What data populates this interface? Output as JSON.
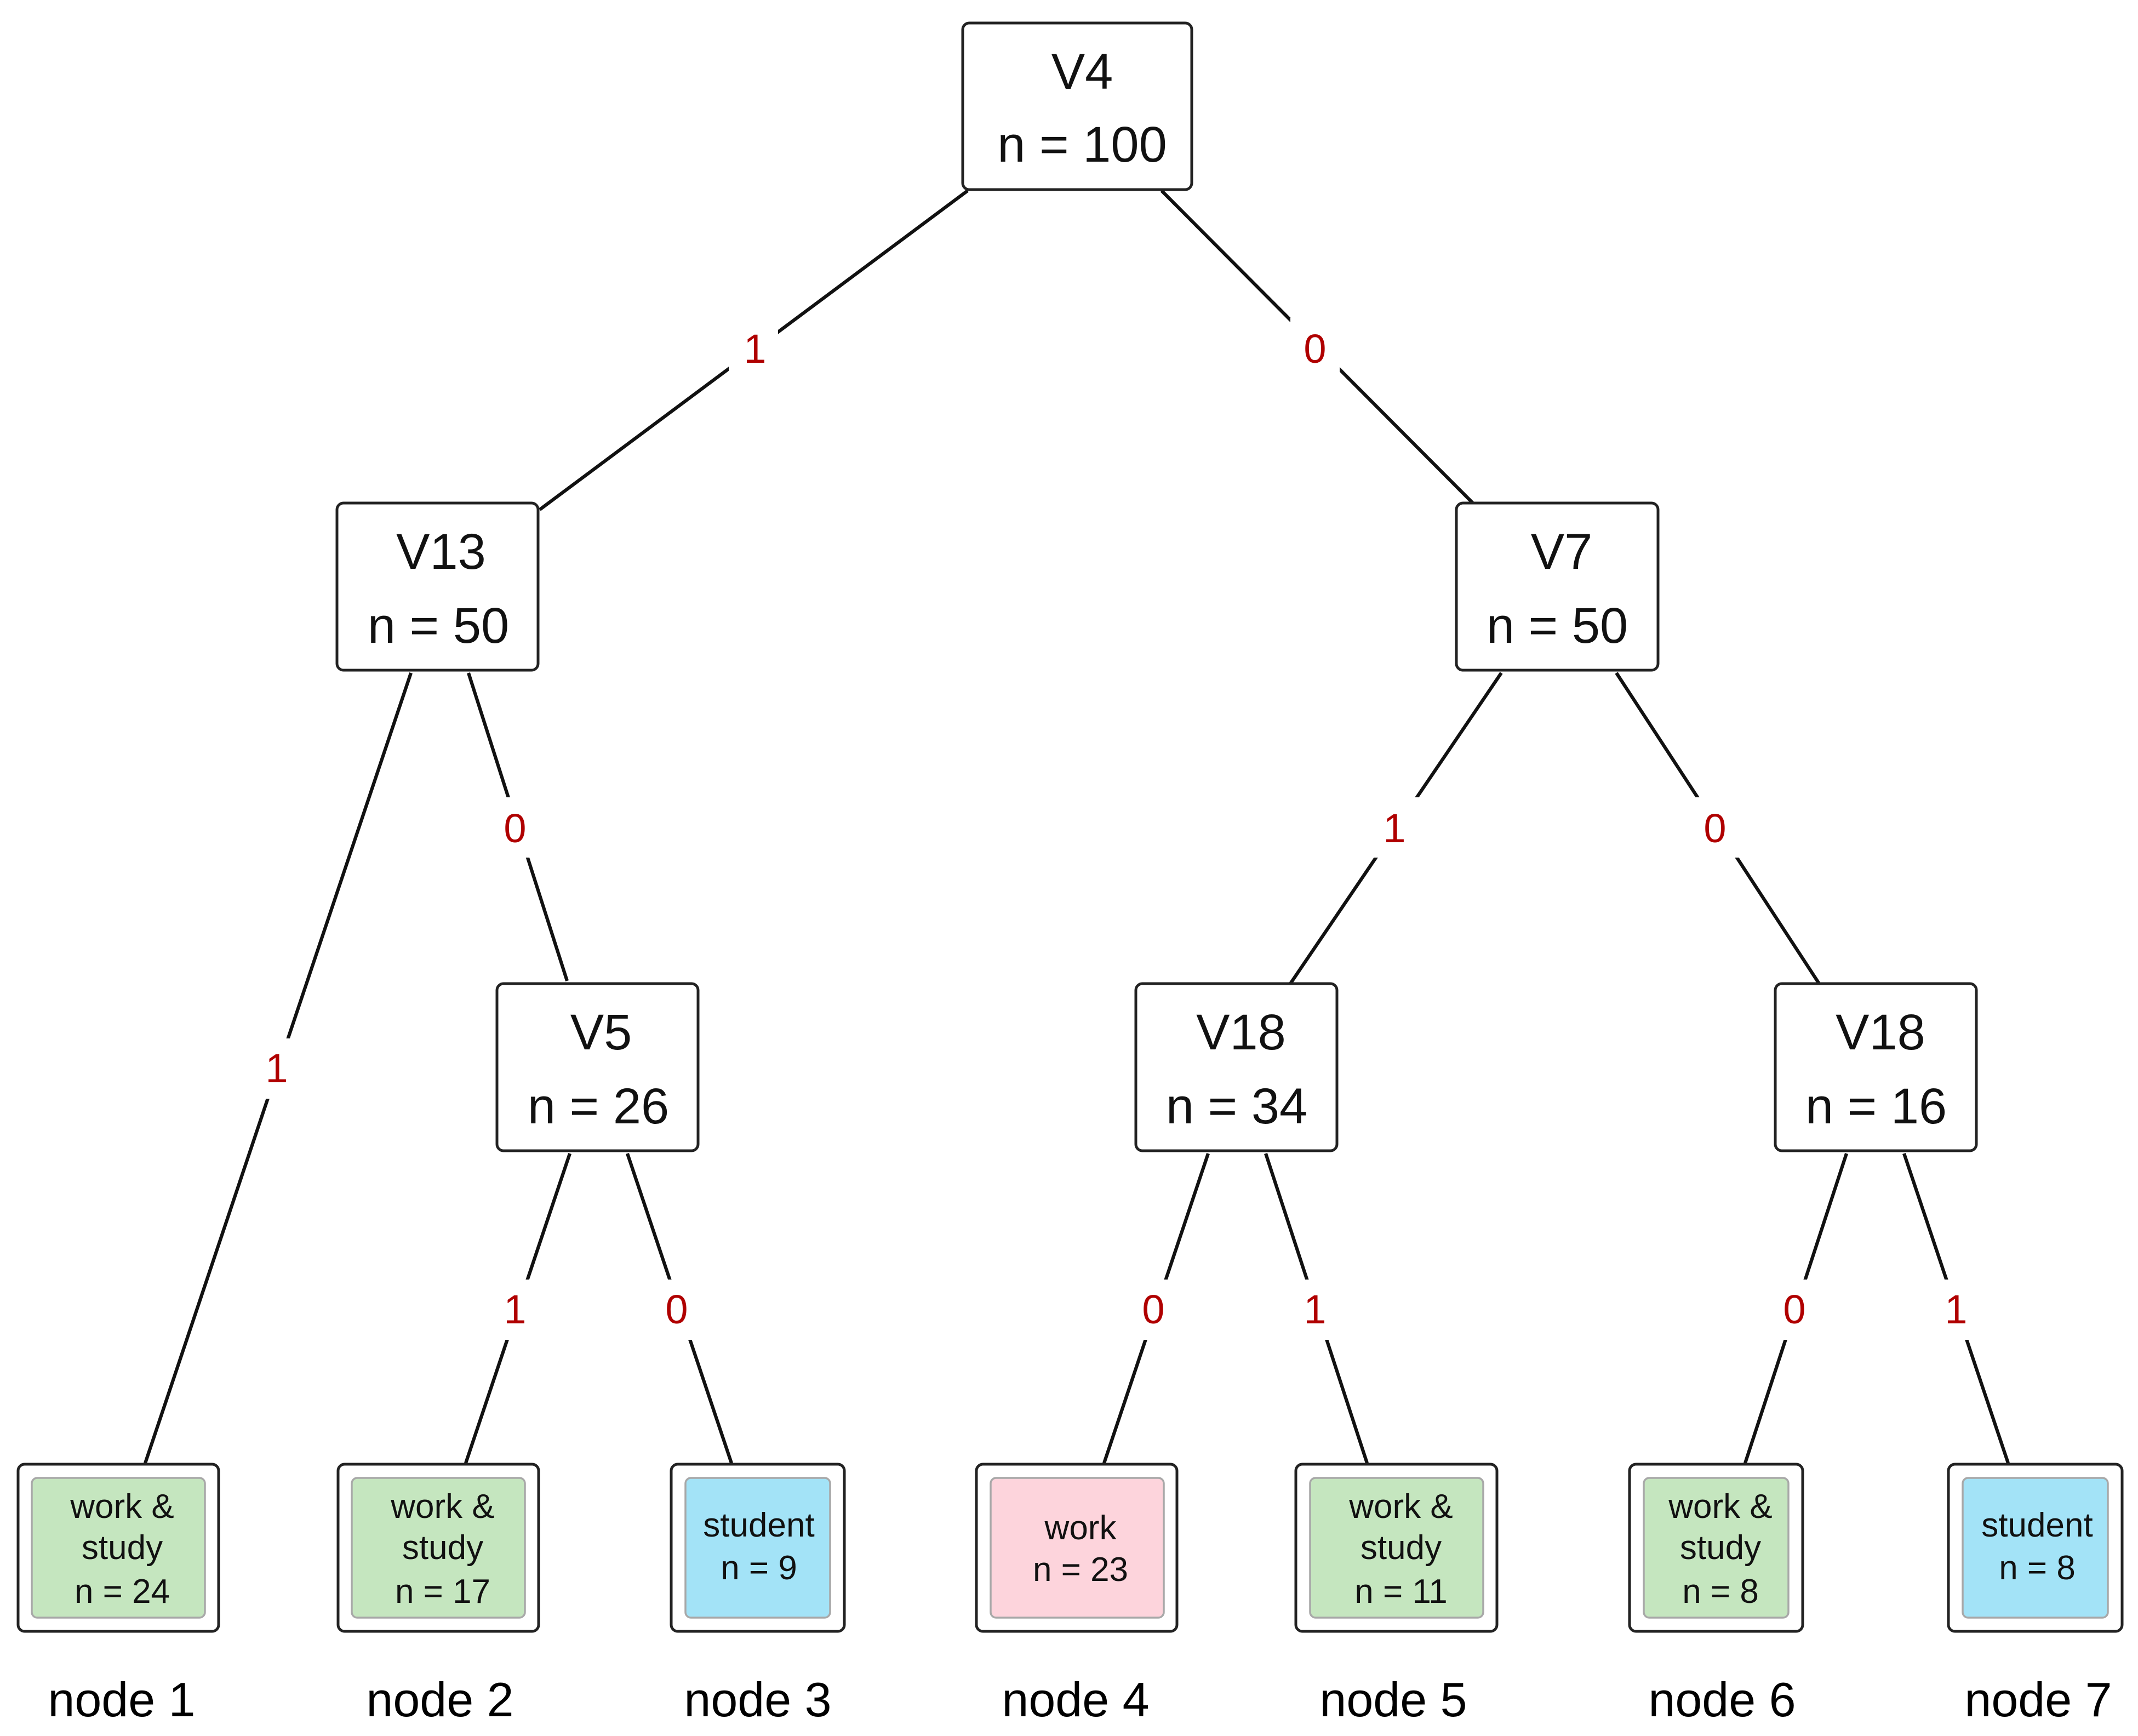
{
  "nodes": {
    "root": {
      "var": "V4",
      "n": "n = 100"
    },
    "left": {
      "var": "V13",
      "n": "n = 50"
    },
    "right": {
      "var": "V7",
      "n": "n = 50"
    },
    "v5": {
      "var": "V5",
      "n": "n = 26"
    },
    "v18a": {
      "var": "V18",
      "n": "n = 34"
    },
    "v18b": {
      "var": "V18",
      "n": "n = 16"
    }
  },
  "edges": {
    "root_left": "1",
    "root_right": "0",
    "v13_leaf1": "1",
    "v13_v5": "0",
    "v7_v18a": "1",
    "v7_v18b": "0",
    "v5_leaf2": "1",
    "v5_leaf3": "0",
    "v18a_leaf4": "0",
    "v18a_leaf5": "1",
    "v18b_leaf6": "0",
    "v18b_leaf7": "1"
  },
  "leaves": [
    {
      "lines": [
        "work &",
        "study",
        "n = 24"
      ],
      "caption": "node 1",
      "color": "#c5e6bf"
    },
    {
      "lines": [
        "work &",
        "study",
        "n = 17"
      ],
      "caption": "node 2",
      "color": "#c5e6bf"
    },
    {
      "lines": [
        "student",
        "n = 9"
      ],
      "caption": "node 3",
      "color": "#a3e3f7"
    },
    {
      "lines": [
        "work",
        "n = 23"
      ],
      "caption": "node 4",
      "color": "#fdd4dc"
    },
    {
      "lines": [
        "work &",
        "study",
        "n = 11"
      ],
      "caption": "node 5",
      "color": "#c5e6bf"
    },
    {
      "lines": [
        "work &",
        "study",
        "n = 8"
      ],
      "caption": "node 6",
      "color": "#c5e6bf"
    },
    {
      "lines": [
        "student",
        "n = 8"
      ],
      "caption": "node 7",
      "color": "#a3e3f7"
    }
  ],
  "colors": {
    "edge_label": "#b00000",
    "work_study": "#c5e6bf",
    "student": "#a3e3f7",
    "work": "#fdd4dc"
  }
}
